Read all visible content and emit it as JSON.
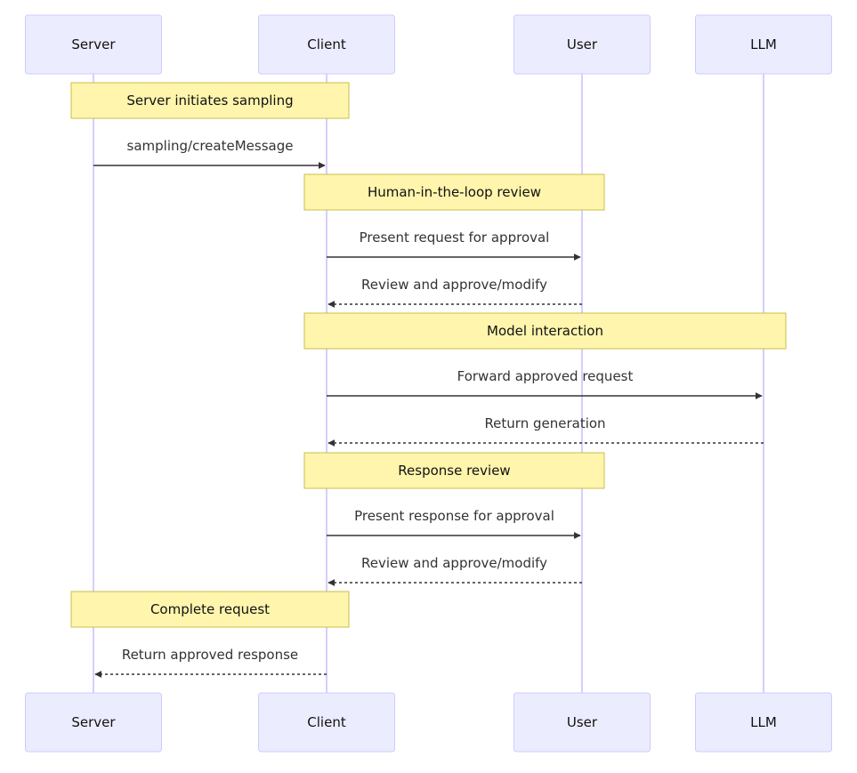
{
  "actors": [
    {
      "id": "server",
      "label": "Server"
    },
    {
      "id": "client",
      "label": "Client"
    },
    {
      "id": "user",
      "label": "User"
    },
    {
      "id": "llm",
      "label": "LLM"
    }
  ],
  "steps": [
    {
      "type": "note",
      "text": "Server initiates sampling",
      "from": "server",
      "to": "client"
    },
    {
      "type": "message",
      "text": "sampling/createMessage",
      "from": "server",
      "to": "client",
      "style": "solid"
    },
    {
      "type": "note",
      "text": "Human-in-the-loop review",
      "from": "client",
      "to": "user"
    },
    {
      "type": "message",
      "text": "Present request for approval",
      "from": "client",
      "to": "user",
      "style": "solid"
    },
    {
      "type": "message",
      "text": "Review and approve/modify",
      "from": "user",
      "to": "client",
      "style": "dashed"
    },
    {
      "type": "note",
      "text": "Model interaction",
      "from": "client",
      "to": "llm"
    },
    {
      "type": "message",
      "text": "Forward approved request",
      "from": "client",
      "to": "llm",
      "style": "solid"
    },
    {
      "type": "message",
      "text": "Return generation",
      "from": "llm",
      "to": "client",
      "style": "dashed"
    },
    {
      "type": "note",
      "text": "Response review",
      "from": "client",
      "to": "user"
    },
    {
      "type": "message",
      "text": "Present response for approval",
      "from": "client",
      "to": "user",
      "style": "solid"
    },
    {
      "type": "message",
      "text": "Review and approve/modify",
      "from": "user",
      "to": "client",
      "style": "dashed"
    },
    {
      "type": "note",
      "text": "Complete request",
      "from": "server",
      "to": "client"
    },
    {
      "type": "message",
      "text": "Return approved response",
      "from": "client",
      "to": "server",
      "style": "dashed"
    }
  ]
}
